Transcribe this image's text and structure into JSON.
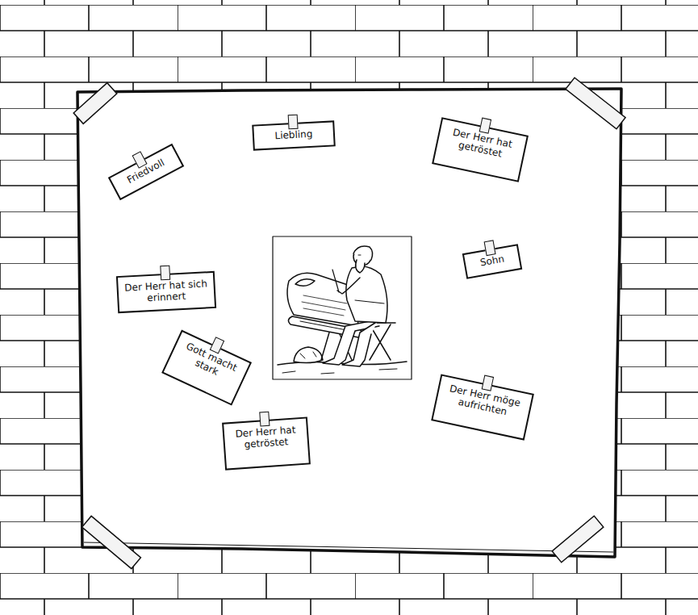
{
  "diagram": {
    "nodes": [
      {
        "text": [
          "Friedvoll"
        ]
      },
      {
        "text": [
          "Liebling"
        ]
      },
      {
        "text": [
          "Der Herr hat getröstet"
        ]
      },
      {
        "text": [
          "Sohn"
        ]
      },
      {
        "text": [
          "Der Herr hat sich erinnert"
        ]
      },
      {
        "text": [
          "Gott macht stark"
        ]
      },
      {
        "text": [
          "Der Herr hat getröstet"
        ]
      },
      {
        "text": [
          "Der Herr möge aufrichten"
        ]
      }
    ]
  }
}
